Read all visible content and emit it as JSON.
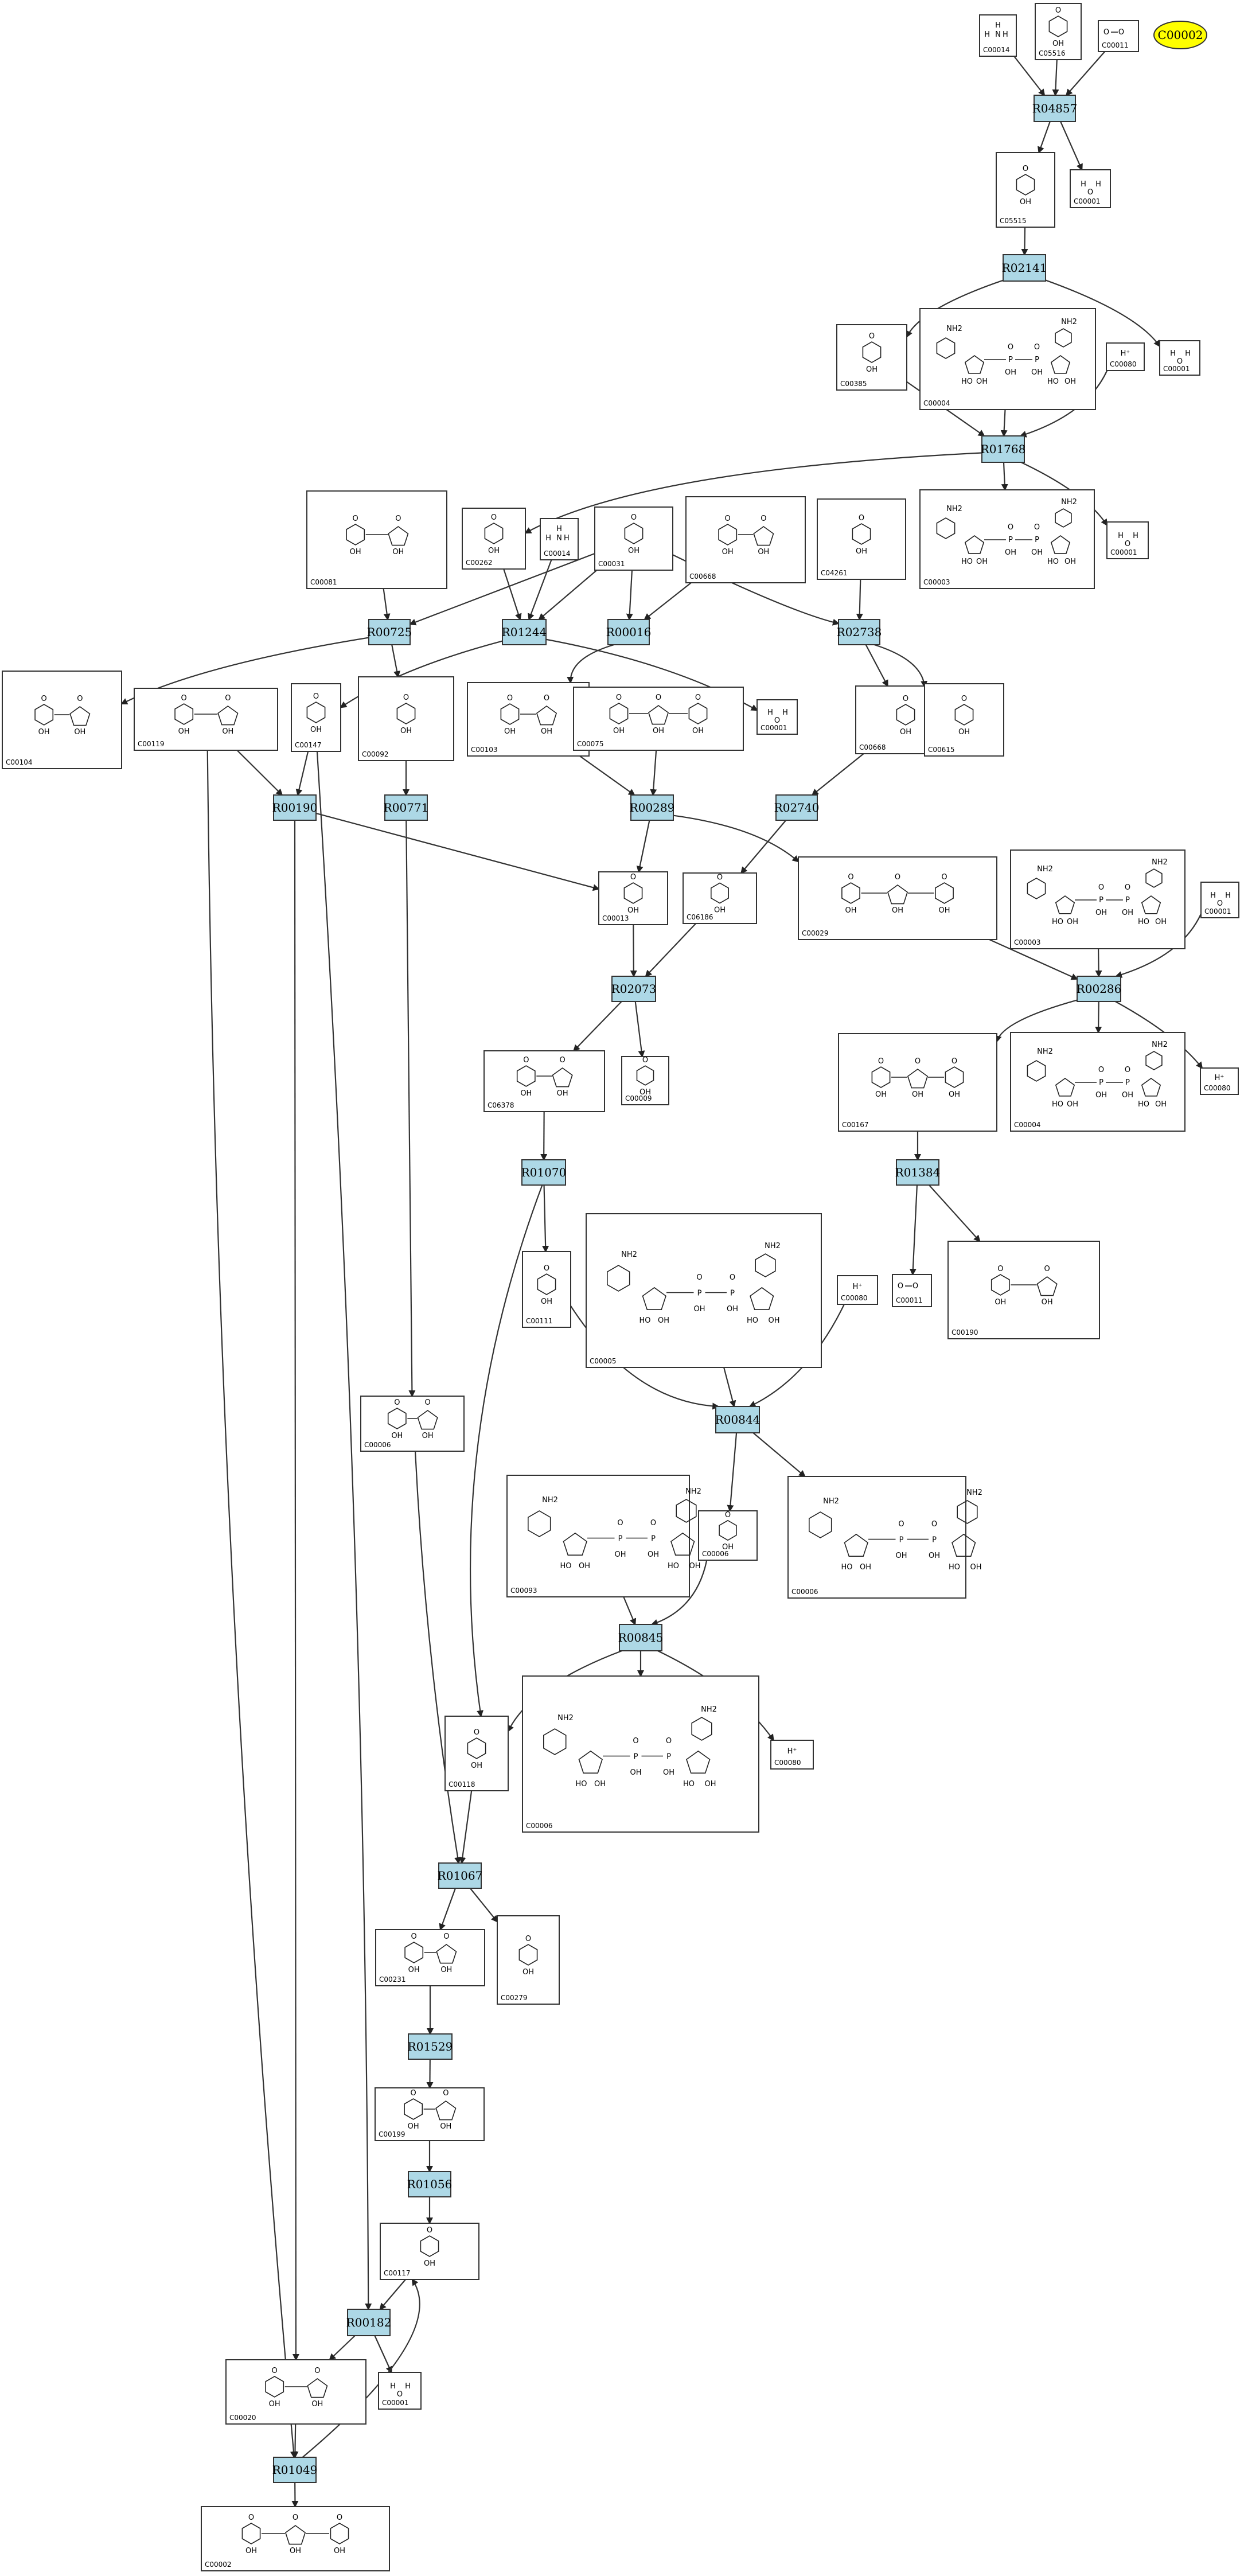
{
  "seed": {
    "label": "C00002"
  },
  "reactions": {
    "R04857": "R04857",
    "R02141": "R02141",
    "R01768": "R01768",
    "R00725": "R00725",
    "R01244": "R01244",
    "R00016": "R00016",
    "R02738": "R02738",
    "R00190": "R00190",
    "R00771": "R00771",
    "R00289": "R00289",
    "R02740": "R02740",
    "R02073": "R02073",
    "R00286": "R00286",
    "R01070": "R01070",
    "R01384": "R01384",
    "R00844": "R00844",
    "R00845": "R00845",
    "R01067": "R01067",
    "R01529": "R01529",
    "R01056": "R01056",
    "R00182": "R00182",
    "R01049": "R01049"
  },
  "compounds": {
    "c1": "C00014",
    "c2": "C05516",
    "c3": "C00011",
    "c4": "C05515",
    "c5": "C00001",
    "c6": "C00385",
    "c7": "C00004",
    "c8": "C00080",
    "c9": "C00001",
    "c10": "C00081",
    "c11": "C00262",
    "c12": "C00014",
    "c13": "C00031",
    "c14": "C00668",
    "c15": "C04261",
    "c16": "C00003",
    "c17": "C00001",
    "c18": "C00104",
    "c19": "C00119",
    "c20": "C00147",
    "c21": "C00092",
    "c22": "C00103",
    "c23": "C00075",
    "c24": "C00001",
    "c25": "C00668",
    "c26": "C00615",
    "c27": "C00013",
    "c28": "C06186",
    "c29": "C00029",
    "c30": "C00003",
    "c31": "C00001",
    "c32": "C06378",
    "c33": "C00009",
    "c34": "C00167",
    "c35": "C00004",
    "c36": "C00080",
    "c37": "C00111",
    "c38": "C00005",
    "c39": "C00080",
    "c40": "C00011",
    "c41": "C00190",
    "c42": "C00006",
    "c43": "C00093",
    "c44": "C00006",
    "c45": "C00006",
    "c46": "C00006",
    "c47": "C00118",
    "c48": "C00080",
    "c49": "C00231",
    "c50": "C00279",
    "c51": "C00199",
    "c52": "C00117",
    "c53": "C00020",
    "c54": "C00001",
    "c55": "C00002"
  },
  "atoms": {
    "O": "O",
    "OH": "OH",
    "NH": "NH",
    "NH2": "NH2",
    "N": "N",
    "H": "H",
    "HO": "HO",
    "P": "P",
    "Hplus": "H⁺"
  }
}
